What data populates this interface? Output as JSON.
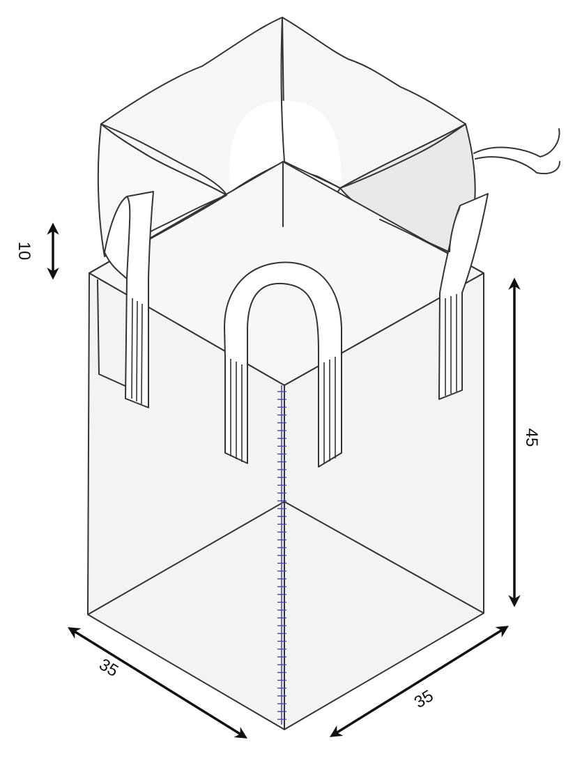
{
  "dimensions": {
    "height": "45",
    "width_left": "35",
    "width_right": "35",
    "skirt": "10"
  }
}
